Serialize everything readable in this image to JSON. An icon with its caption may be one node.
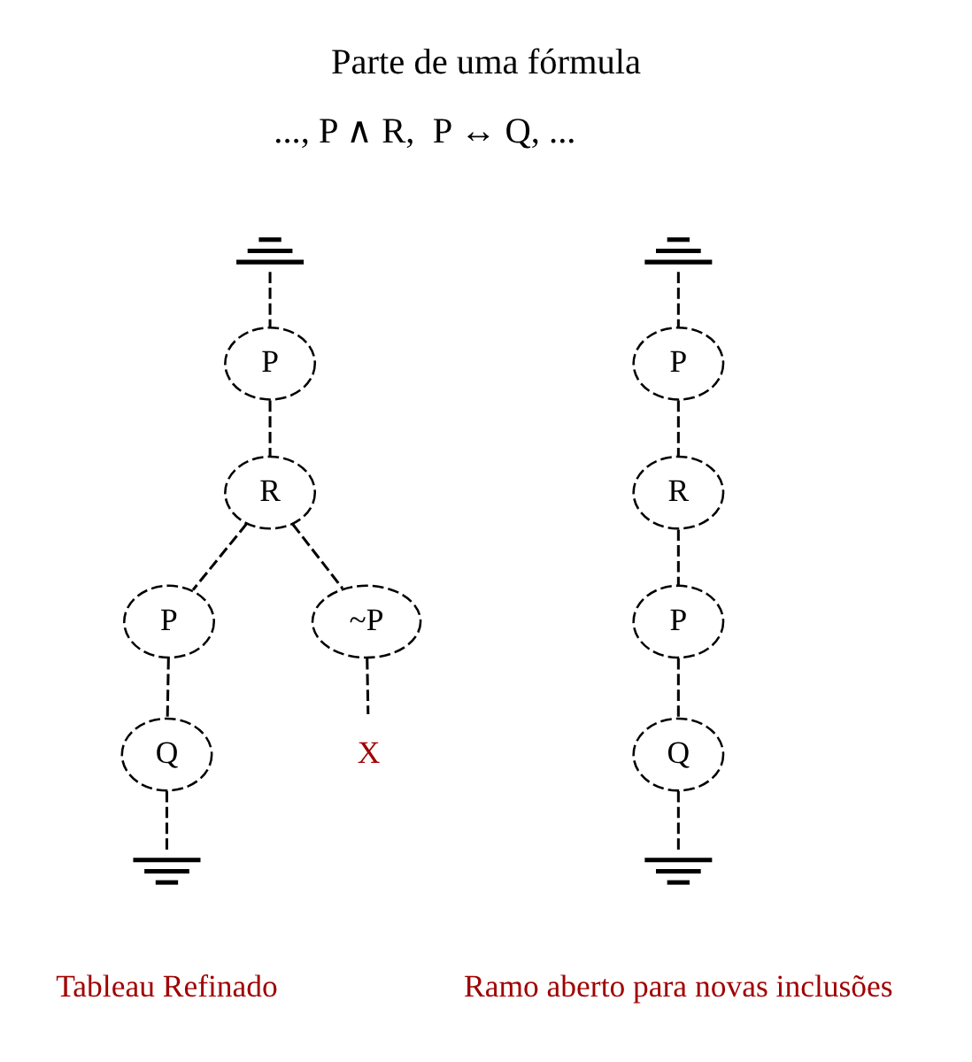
{
  "diagram": {
    "title": "Parte de uma fórmula",
    "nodes": [
      {
        "text": [],
        "shape": "ground"
      },
      {
        "text": [
          "P"
        ]
      },
      {
        "text": [
          "R"
        ]
      },
      {
        "text": [
          "P"
        ]
      },
      {
        "text": [
          "~P"
        ]
      },
      {
        "text": [
          "Q"
        ]
      },
      {
        "text": [
          "X"
        ]
      },
      {
        "text": [],
        "shape": "ground"
      },
      {
        "text": [],
        "shape": "ground"
      },
      {
        "text": [
          "P"
        ]
      },
      {
        "text": [
          "R"
        ]
      },
      {
        "text": [
          "P"
        ]
      },
      {
        "text": [
          "Q"
        ]
      },
      {
        "text": [],
        "shape": "ground"
      }
    ],
    "edges": [
      {
        "from": 0,
        "to": 1,
        "arrow": "none"
      },
      {
        "from": 1,
        "to": 2,
        "arrow": "none"
      },
      {
        "from": 2,
        "to": 3,
        "arrow": "none"
      },
      {
        "from": 2,
        "to": 4,
        "arrow": "none"
      },
      {
        "from": 3,
        "to": 5,
        "arrow": "none"
      },
      {
        "from": 4,
        "to": 6,
        "arrow": "none"
      },
      {
        "from": 5,
        "to": 7,
        "arrow": "none"
      },
      {
        "from": 8,
        "to": 9,
        "arrow": "none"
      },
      {
        "from": 9,
        "to": 10,
        "arrow": "none"
      },
      {
        "from": 10,
        "to": 11,
        "arrow": "none"
      },
      {
        "from": 11,
        "to": 12,
        "arrow": "none"
      },
      {
        "from": 12,
        "to": 13,
        "arrow": "none"
      }
    ],
    "labels": [
      "..., P ∧ R,  P ↔ Q, ...",
      "Tableau Refinado",
      "Ramo aberto para novas inclusões"
    ]
  }
}
